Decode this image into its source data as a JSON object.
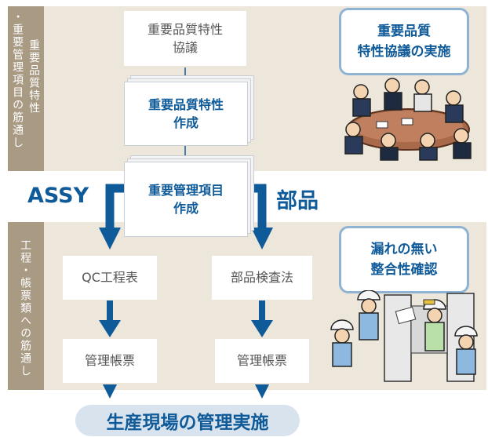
{
  "band_top": {
    "label_col1": "重要品質特性",
    "label_col2": "・重要管理項目の筋通し"
  },
  "band_bottom": {
    "label": "工程・帳票類への筋通し"
  },
  "boxes": {
    "b1": [
      "重要品質特性",
      "協議"
    ],
    "b2": [
      "重要品質特性",
      "作成"
    ],
    "b3": [
      "重要管理項目",
      "作成"
    ],
    "b4": "QC工程表",
    "b5": "部品検査法",
    "b6": "管理帳票",
    "b7": "管理帳票"
  },
  "callouts": {
    "top": [
      "重要品質",
      "特性協議の実施"
    ],
    "bottom": [
      "漏れの無い",
      "整合性確認"
    ]
  },
  "side_labels": {
    "left": "ASSY",
    "right": "部品"
  },
  "bottom_label": "生産現場の管理実施",
  "colors": {
    "band_bg": "#ede6da",
    "label_col": "#a89a83",
    "accent": "#0f5a98",
    "arrow": "#0f5a98",
    "callout_border": "#8fb3d3",
    "pill": "#d8e3ee"
  },
  "icons": {
    "meeting": "meeting-illustration",
    "inspection": "inspection-illustration"
  }
}
